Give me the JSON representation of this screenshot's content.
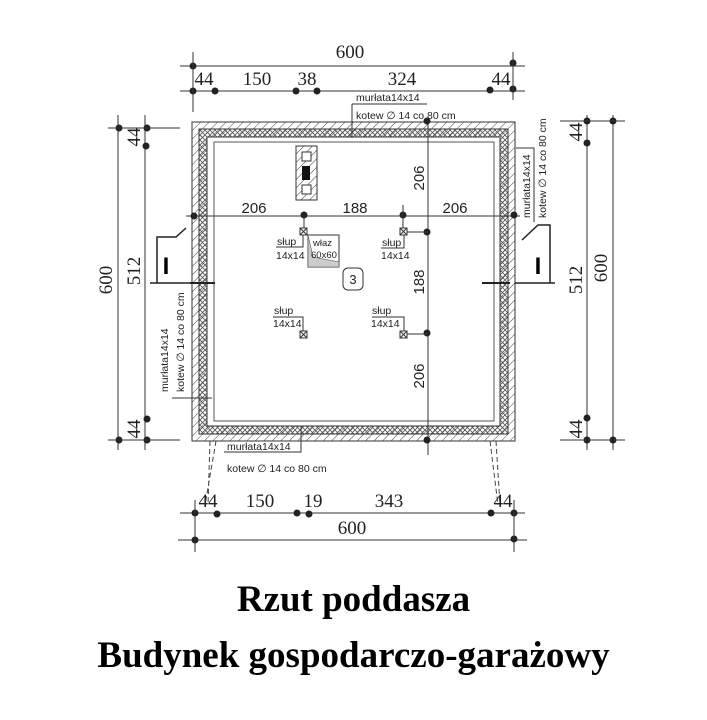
{
  "drawing": {
    "top_dims": {
      "total": "600",
      "segments": [
        "44",
        "150",
        "38",
        "324",
        "44"
      ]
    },
    "bottom_dims": {
      "total": "600",
      "segments": [
        "44",
        "150",
        "19",
        "343",
        "44"
      ]
    },
    "left_dims": {
      "total": "600",
      "segments": [
        "44",
        "512",
        "44"
      ]
    },
    "right_dims": {
      "total": "600",
      "segments": [
        "44",
        "512",
        "44"
      ]
    },
    "inner_horizontal": [
      "206",
      "188",
      "206"
    ],
    "inner_vertical": [
      "206",
      "188",
      "206"
    ],
    "beam_label": "murłata14x14",
    "anchor_label": "kotew ∅ 14 co 80 cm",
    "post_label": "słup",
    "post_size": "14x14",
    "hatch_label": "właz",
    "hatch_size": "60x60",
    "room_number": "3",
    "section_mark": "I"
  },
  "title": {
    "line1": "Rzut poddasza",
    "line2": "Budynek gospodarczo-garażowy"
  }
}
